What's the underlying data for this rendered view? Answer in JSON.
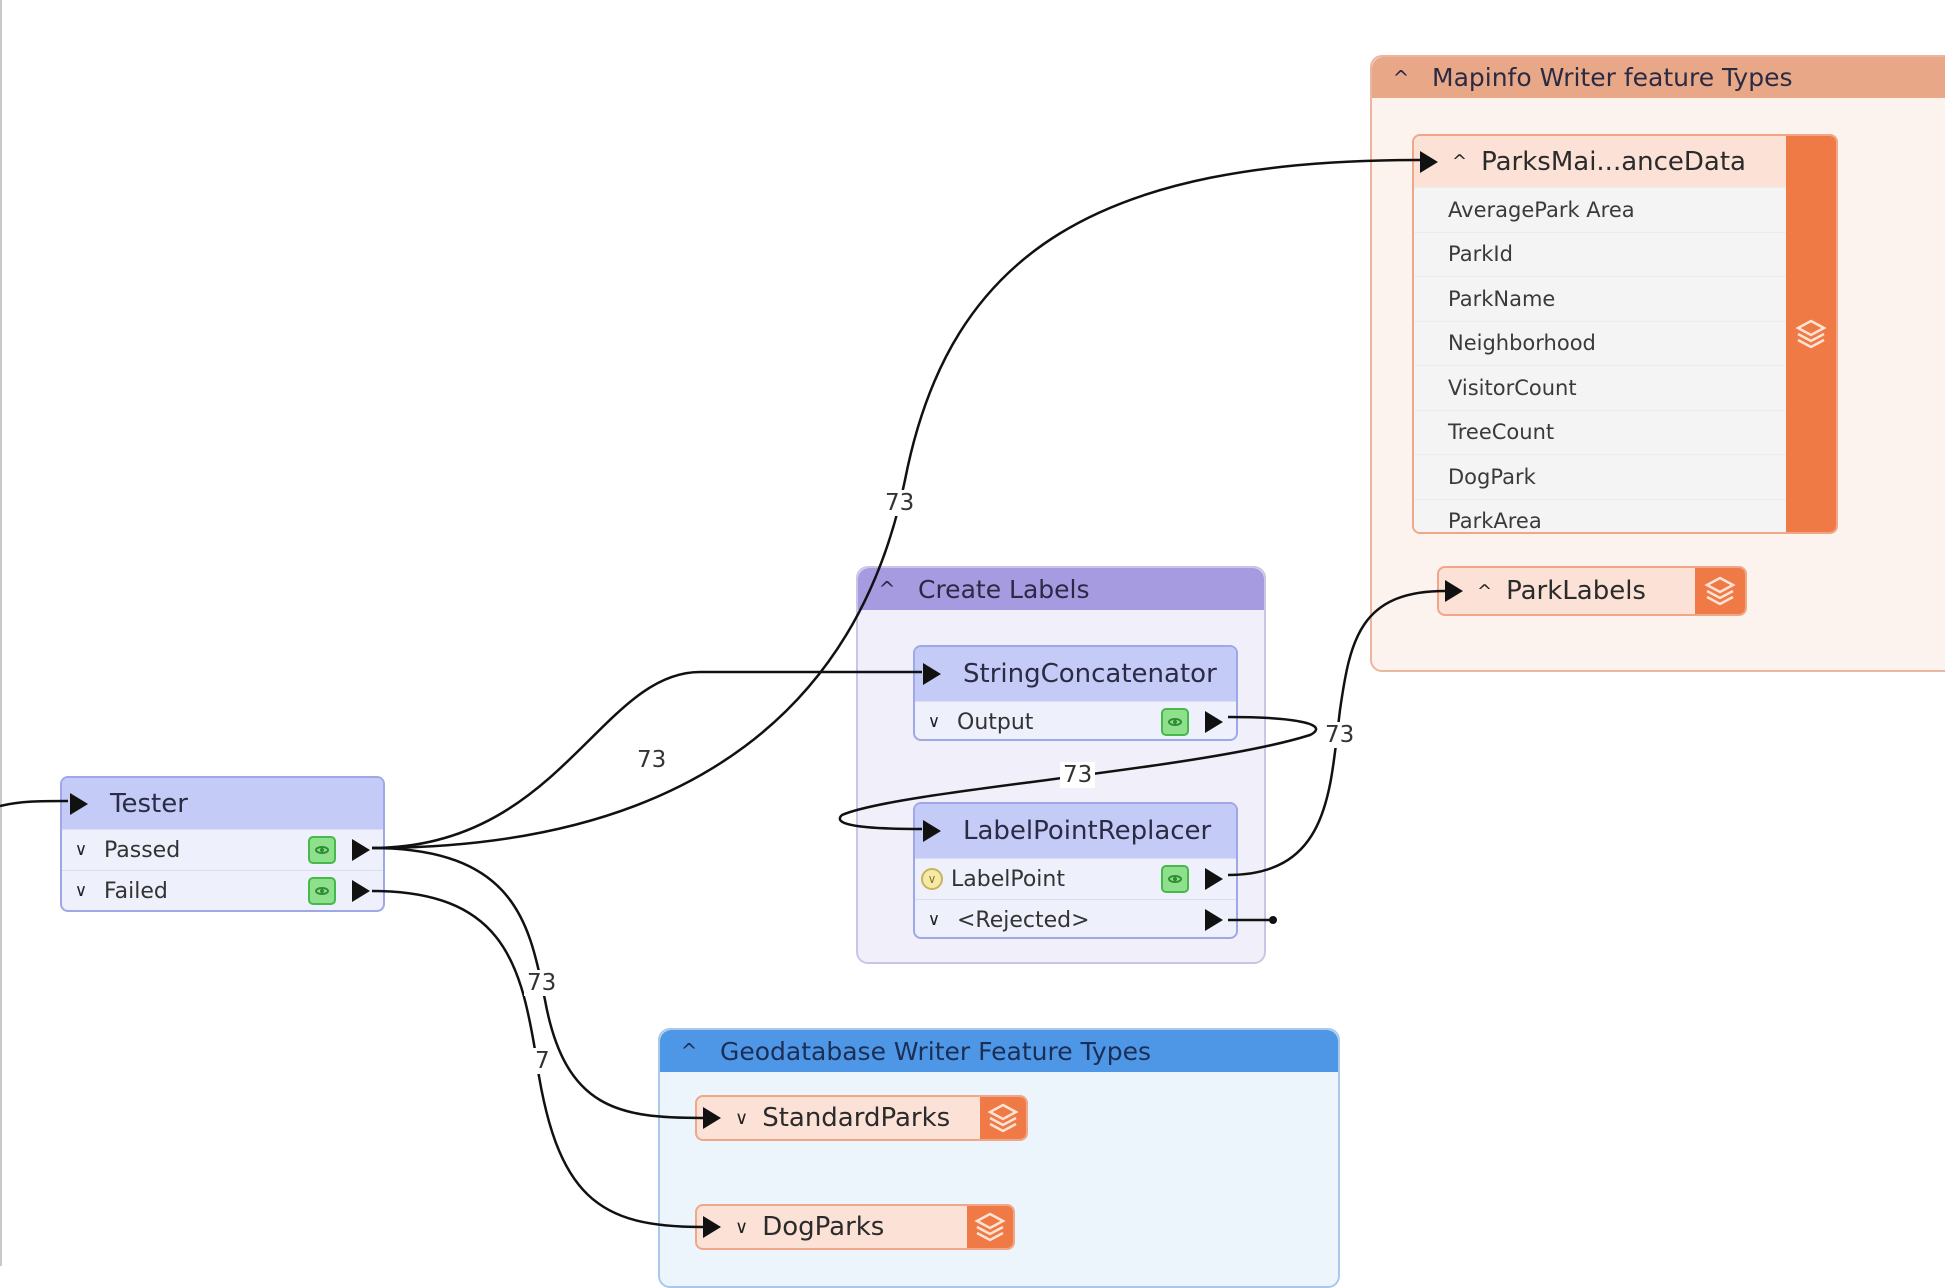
{
  "canvas": {
    "bookmarks": {
      "mapinfo": {
        "title": "Mapinfo Writer feature Types",
        "color": "#e8a887",
        "body_color": "#fcf3ef"
      },
      "create_labels": {
        "title": "Create Labels",
        "color": "#a69ae0",
        "body_color": "#f1f0fa"
      },
      "geodatabase": {
        "title": "Geodatabase Writer Feature Types",
        "color": "#4d97e6",
        "body_color": "#ecf4fc"
      }
    },
    "transformers": {
      "tester": {
        "name": "Tester",
        "ports": [
          {
            "label": "Passed"
          },
          {
            "label": "Failed"
          }
        ]
      },
      "string_concatenator": {
        "name": "StringConcatenator",
        "ports": [
          {
            "label": "Output"
          }
        ]
      },
      "label_point_replacer": {
        "name": "LabelPointReplacer",
        "ports": [
          {
            "label": "LabelPoint"
          },
          {
            "label": "<Rejected>"
          }
        ]
      }
    },
    "feature_types": {
      "parks_maintenance": {
        "name": "ParksMai...anceData",
        "attributes": [
          "AveragePark Area",
          "ParkId",
          "ParkName",
          "Neighborhood",
          "VisitorCount",
          "TreeCount",
          "DogPark",
          "ParkArea"
        ]
      },
      "park_labels": {
        "name": "ParkLabels"
      },
      "standard_parks": {
        "name": "StandardParks"
      },
      "dog_parks": {
        "name": "DogParks"
      }
    },
    "connections": [
      {
        "from": "Tester.Passed",
        "to": "StringConcatenator",
        "count": "73"
      },
      {
        "from": "Tester.Passed",
        "to": "ParksMai...anceData",
        "count": "73"
      },
      {
        "from": "Tester.Passed",
        "to": "StandardParks",
        "count": "73"
      },
      {
        "from": "Tester.Failed",
        "to": "DogParks",
        "count": "7"
      },
      {
        "from": "StringConcatenator.Output",
        "to": "LabelPointReplacer",
        "count": "73"
      },
      {
        "from": "LabelPointReplacer.LabelPoint",
        "to": "ParkLabels",
        "count": "73"
      }
    ]
  }
}
